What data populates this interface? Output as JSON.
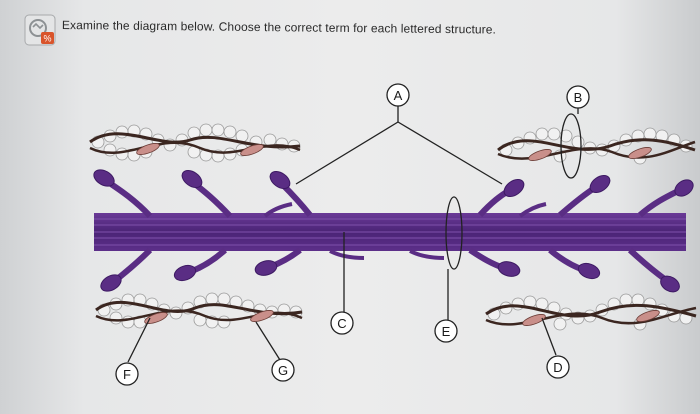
{
  "instruction": "Examine the diagram below. Choose the correct term for each lettered structure.",
  "labels": {
    "A": "A",
    "B": "B",
    "C": "C",
    "D": "D",
    "E": "E",
    "F": "F",
    "G": "G"
  },
  "colors": {
    "myosin": "#5a2d84",
    "myosin_dark": "#3d1a63",
    "actin_bead": "#f1f1f1",
    "tropomyosin": "#3b2620",
    "troponin": "#c98f8a",
    "leader_line": "#222222"
  }
}
